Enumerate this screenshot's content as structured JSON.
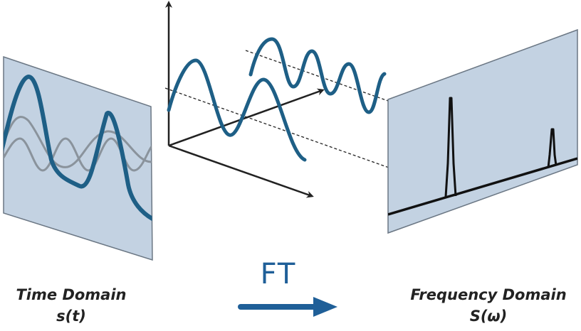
{
  "colors": {
    "panel_fill": "#c3d2e2",
    "panel_edge": "#6b7784",
    "wave_blue": "#1e5f86",
    "wave_grey": "#8a939c",
    "axis": "#222222",
    "spectrum": "#111111",
    "ft_blue": "#1f5f98"
  },
  "time_domain": {
    "label": "Time Domain",
    "symbol": "s(t)"
  },
  "transform": {
    "label": "FT"
  },
  "frequency_domain": {
    "label": "Frequency Domain",
    "symbol": "S(ω)"
  },
  "icons": [
    "axis-arrow-icon",
    "ft-arrow-icon"
  ]
}
